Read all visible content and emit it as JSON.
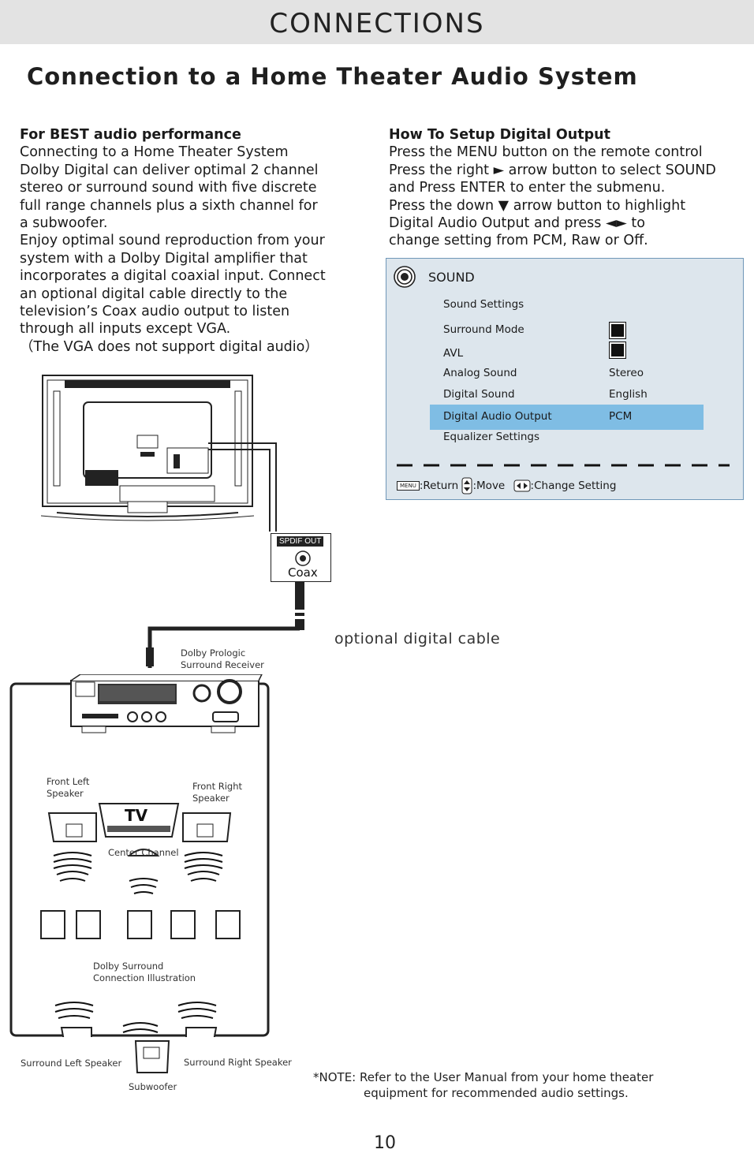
{
  "header": {
    "title": "CONNECTIONS"
  },
  "section_title": "Connection to a Home Theater Audio System",
  "left_column": {
    "heading": "For BEST audio performance",
    "lines": [
      "Connecting to a Home Theater System",
      "Dolby Digital can deliver optimal 2 channel",
      "stereo or surround sound with five discrete",
      "full range channels plus a sixth channel for",
      "a subwoofer.",
      "Enjoy optimal sound reproduction from your",
      "system with a Dolby Digital amplifier that",
      "incorporates a digital coaxial input. Connect",
      "an optional digital cable directly to the",
      "television’s Coax audio output to listen",
      "through all inputs except VGA.",
      "（The VGA does not support digital audio）"
    ]
  },
  "right_column": {
    "heading": "How To Setup Digital Output",
    "lines": [
      "Press the MENU button on the remote control",
      "Press the right ► arrow button to select SOUND",
      "and Press ENTER to enter the submenu.",
      "Press the down ▼ arrow button to highlight",
      "Digital Audio Output and press ◄► to",
      "change setting from PCM, Raw or Off."
    ]
  },
  "osd_menu": {
    "title": "SOUND",
    "items": [
      {
        "label": "Sound Settings",
        "value": ""
      },
      {
        "label": "Surround Mode",
        "value": ""
      },
      {
        "label": "AVL",
        "value": ""
      },
      {
        "label": "Analog Sound",
        "value": "Stereo"
      },
      {
        "label": "Digital Sound",
        "value": "English"
      },
      {
        "label": "Digital Audio Output",
        "value": "PCM"
      },
      {
        "label": "Equalizer Settings",
        "value": ""
      }
    ],
    "footer": {
      "menu_key": "MENU",
      "return_label": ":Return",
      "move_label": ":Move",
      "change_label": ":Change Setting"
    },
    "highlight_color": "#7fbde4",
    "background_color": "#dde6ed"
  },
  "diagram": {
    "spdif_label": "SPDIF OUT",
    "coax_label": "Coax",
    "cable_label": "optional digital cable",
    "receiver_label": [
      "Dolby Prologic",
      "Surround Receiver"
    ],
    "front_left_label": [
      "Front Left",
      "Speaker"
    ],
    "front_right_label": [
      "Front Right",
      "Speaker"
    ],
    "tv_label": "TV",
    "center_label": "Center Channel",
    "illustration_label": [
      "Dolby Surround",
      "Connection Illustration"
    ],
    "surround_left_label": "Surround Left Speaker",
    "surround_right_label": "Surround Right Speaker",
    "subwoofer_label": "Subwoofer"
  },
  "note": {
    "line1": "*NOTE: Refer to the User Manual from your home theater",
    "line2": "equipment for recommended audio settings."
  },
  "page_number": "10"
}
